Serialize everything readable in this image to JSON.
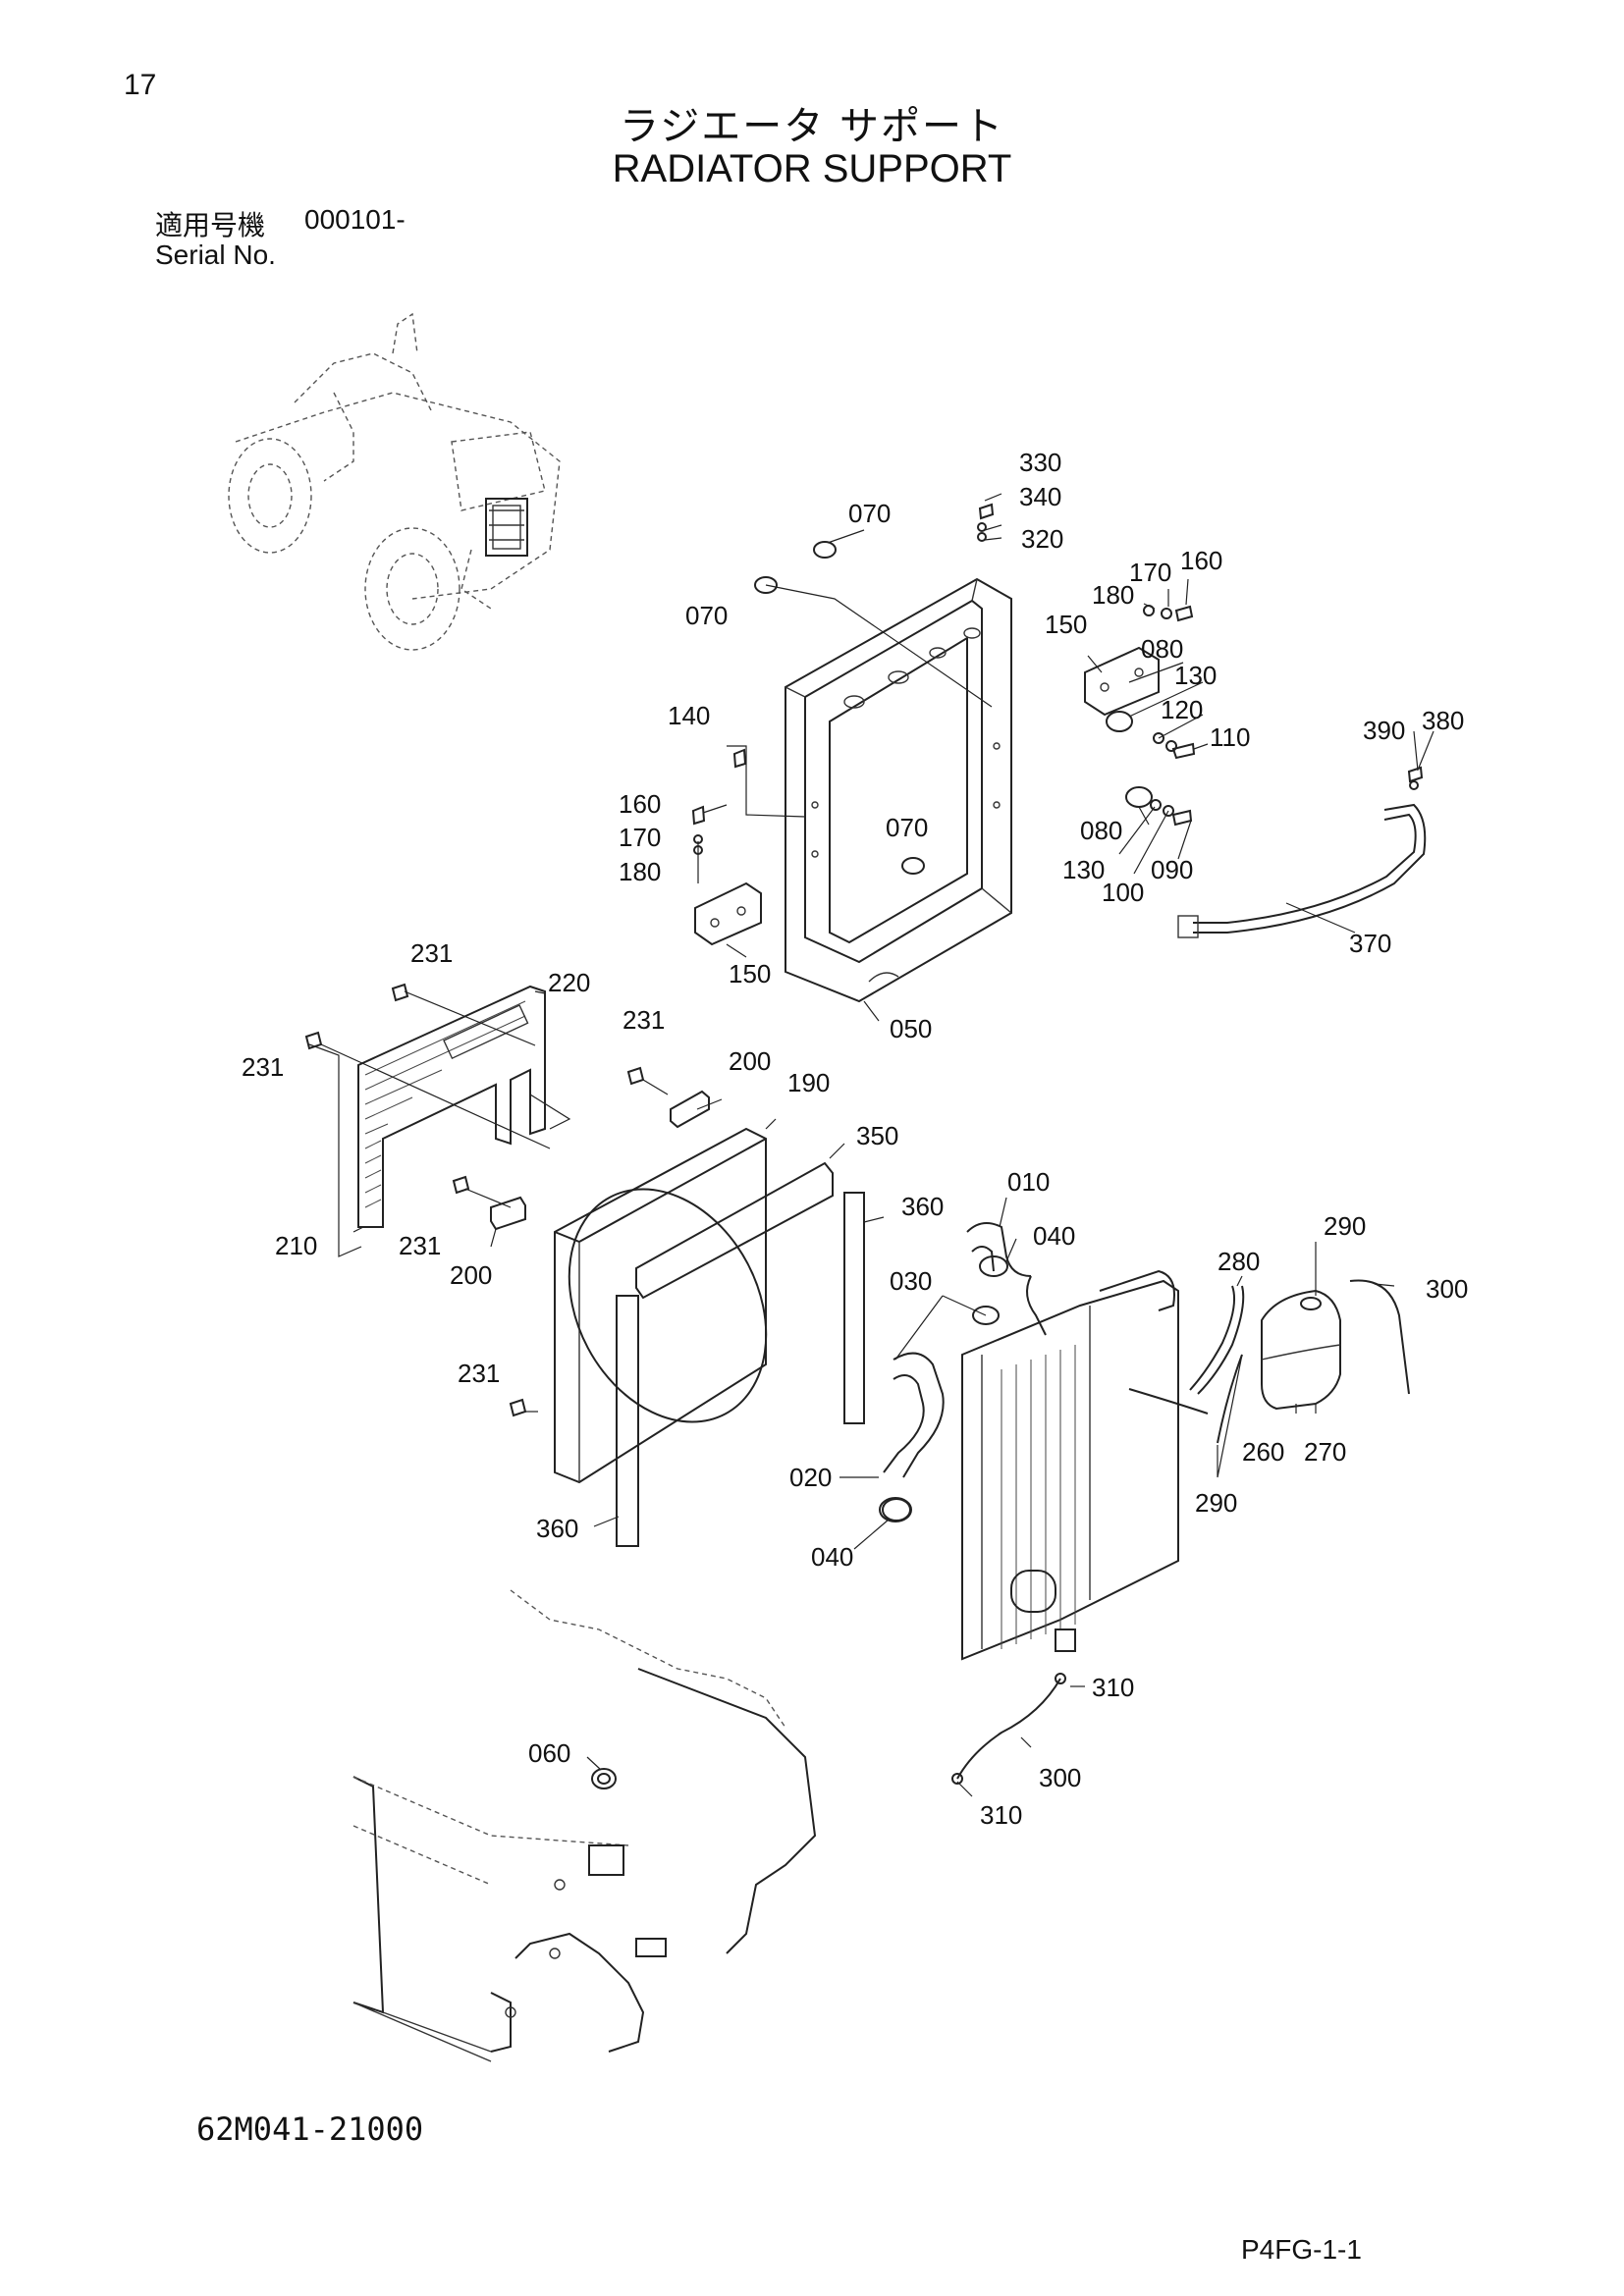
{
  "header": {
    "page_number": "17",
    "title_ja": "ラジエータ サポート",
    "title_en": "RADIATOR SUPPORT",
    "serial_label_ja": "適用号機",
    "serial_value": "000101-",
    "serial_label_en": "Serial No."
  },
  "footer": {
    "drawing_number": "62M041-21000",
    "sheet_ref": "P4FG-1-1"
  },
  "callouts": {
    "c330": "330",
    "c340": "340",
    "c320": "320",
    "c070a": "070",
    "c070b": "070",
    "c070c": "070",
    "c170a": "170",
    "c160a": "160",
    "c180a": "180",
    "c150a": "150",
    "c080a": "080",
    "c130a": "130",
    "c120": "120",
    "c110": "110",
    "c390": "390",
    "c380": "380",
    "c140": "140",
    "c160b": "160",
    "c170b": "170",
    "c180b": "180",
    "c080b": "080",
    "c130b": "130",
    "c100": "100",
    "c090": "090",
    "c150b": "150",
    "c050": "050",
    "c370": "370",
    "c231a": "231",
    "c220": "220",
    "c231b": "231",
    "c231c": "231",
    "c200a": "200",
    "c190": "190",
    "c350": "350",
    "c210": "210",
    "c231d": "231",
    "c200b": "200",
    "c010": "010",
    "c360a": "360",
    "c040a": "040",
    "c290a": "290",
    "c280": "280",
    "c300a": "300",
    "c030": "030",
    "c231e": "231",
    "c020": "020",
    "c260": "260",
    "c270": "270",
    "c290b": "290",
    "c360b": "360",
    "c040b": "040",
    "c310a": "310",
    "c060": "060",
    "c300b": "300",
    "c310b": "310"
  }
}
